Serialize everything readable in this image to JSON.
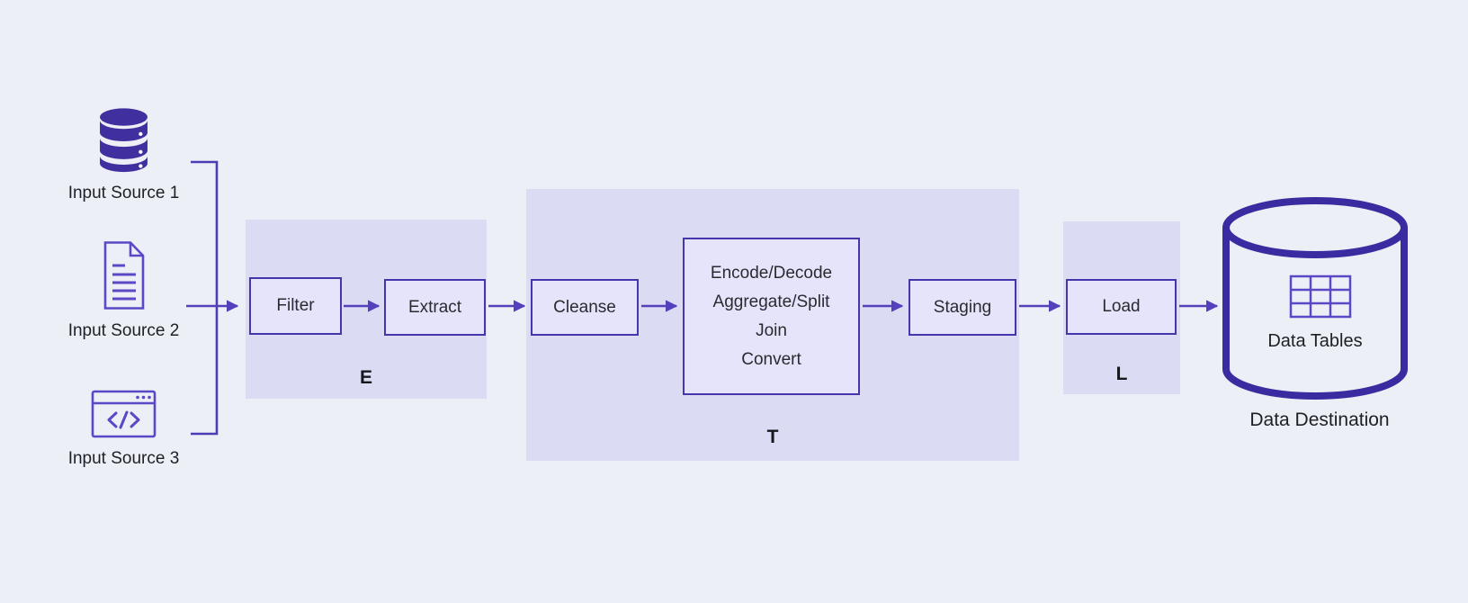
{
  "diagram": {
    "sources": [
      {
        "icon": "database",
        "label": "Input Source 1"
      },
      {
        "icon": "document",
        "label": "Input Source 2"
      },
      {
        "icon": "code-window",
        "label": "Input Source 3"
      }
    ],
    "extract_section": {
      "label": "E",
      "nodes": {
        "filter": "Filter",
        "extract": "Extract"
      }
    },
    "transform_section": {
      "label": "T",
      "nodes": {
        "cleanse": "Cleanse",
        "staging": "Staging"
      },
      "operations": [
        "Encode/Decode",
        "Aggregate/Split",
        "Join",
        "Convert"
      ]
    },
    "load_section": {
      "label": "L",
      "nodes": {
        "load": "Load"
      }
    },
    "destination": {
      "tables_label": "Data Tables",
      "label": "Data Destination"
    }
  },
  "colors": {
    "page_bg": "#edeff7",
    "section_bg": "#dbdbf4",
    "node_fill": "#e5e4fa",
    "node_border": "#4636ae",
    "arrow": "#5340ba",
    "icon_fill": "#40309f",
    "icon_outline": "#5a48c6",
    "cylinder": "#3b2ba0",
    "text": "#24262c"
  }
}
